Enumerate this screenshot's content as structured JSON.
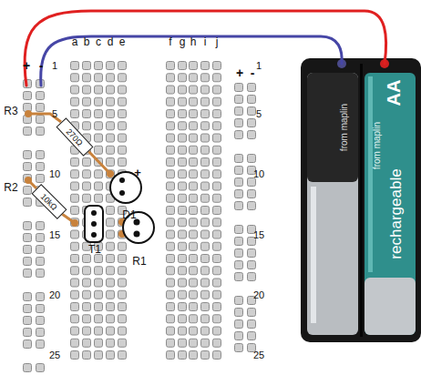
{
  "diagram": {
    "nodes": [
      {
        "text": [
          "270Ω"
        ]
      },
      {
        "text": [
          "10kΩ"
        ]
      }
    ],
    "labels": [
      "+",
      "-",
      "1",
      "5",
      "10",
      "15",
      "20",
      "25",
      "a",
      "b",
      "c",
      "d",
      "e",
      "f",
      "g",
      "h",
      "i",
      "j",
      "1",
      "5",
      "10",
      "15",
      "20",
      "25",
      "+",
      "-",
      "R3",
      "R2",
      "+",
      "D1",
      "T1",
      "R1",
      "AA",
      "rechargeable",
      "from maplin",
      "from maplin"
    ]
  }
}
